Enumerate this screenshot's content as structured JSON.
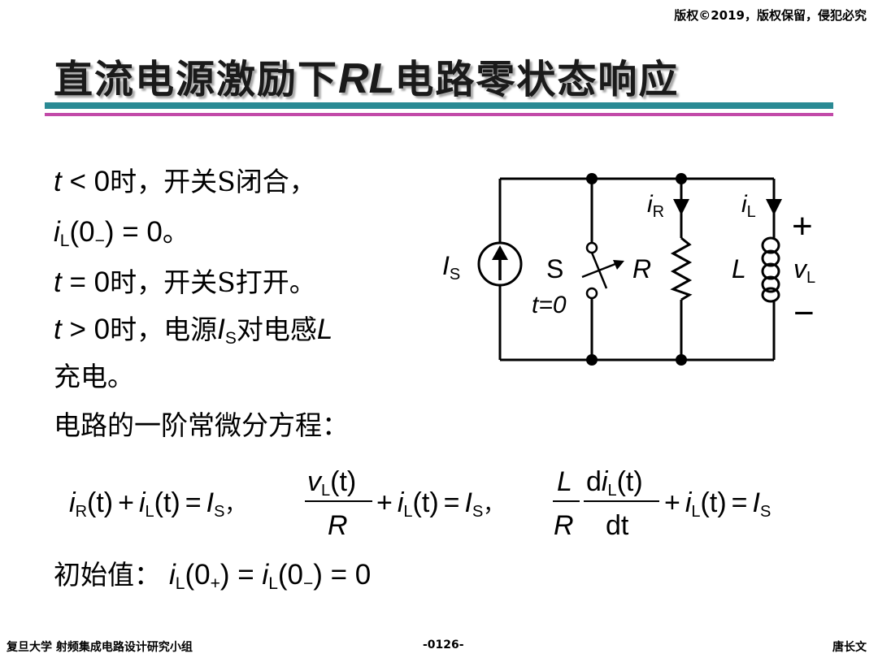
{
  "copyright": "版权©2019，版权保留，侵犯必究",
  "title": {
    "prefix": "直流电源激励下",
    "rl": "RL",
    "suffix": "电路零状态响应"
  },
  "lines": {
    "l1_var": "t",
    "l1_rest": " < 0",
    "l1_cn": "时，开关S闭合，",
    "l2_var": "i",
    "l2_sub": "L",
    "l2_rest": "(0",
    "l2_minus": "−",
    "l2_end": ") = 0",
    "l2_cn": "。",
    "l3_var": "t",
    "l3_rest": " = 0",
    "l3_cn": "时，开关S打开。",
    "l4_var": "t",
    "l4_rest": " > 0",
    "l4_cn": "时，电源",
    "l4_is": "I",
    "l4_is_sub": "S",
    "l4_cn2": "对电感",
    "l4_L": "L",
    "l5_cn": "充电。",
    "l6_cn": "电路的一阶常微分方程：",
    "l7_cn": "初始值：",
    "l7_i": "i",
    "l7_sub": "L",
    "l7_a": "(0",
    "l7_plus": "+",
    "l7_b": ") = ",
    "l7_i2": "i",
    "l7_sub2": "L",
    "l7_c": "(0",
    "l7_minus": "−",
    "l7_d": ") = 0"
  },
  "circuit": {
    "is_label": "I",
    "is_sub": "S",
    "switch_label": "S",
    "switch_time": "t=0",
    "r_label": "R",
    "l_label": "L",
    "ir_label": "i",
    "ir_sub": "R",
    "il_label": "i",
    "il_sub": "L",
    "vl_label": "v",
    "vl_sub": "L",
    "plus": "+",
    "minus": "−"
  },
  "equations": {
    "eq1": {
      "i": "i",
      "r": "R",
      "t": "(t)",
      "plus": "+",
      "i2": "i",
      "l": "L",
      "t2": "(t)",
      "eq": "=",
      "I": "I",
      "s": "S",
      "comma": "，"
    },
    "eq2": {
      "v": "v",
      "l": "L",
      "t": "(t)",
      "den": "R",
      "plus": "+",
      "i": "i",
      "l2": "L",
      "t2": "(t)",
      "eq": "=",
      "I": "I",
      "s": "S",
      "comma": "，"
    },
    "eq3": {
      "num": "L",
      "den": "R",
      "d": "d",
      "i": "i",
      "l": "L",
      "t": "(t)",
      "dt": "dt",
      "plus": "+",
      "i2": "i",
      "l2": "L",
      "t2": "(t)",
      "eq": "=",
      "I": "I",
      "s": "S"
    }
  },
  "footer": {
    "left": "复旦大学   射频集成电路设计研究小组",
    "center": "-0126-",
    "right": "唐长文"
  }
}
